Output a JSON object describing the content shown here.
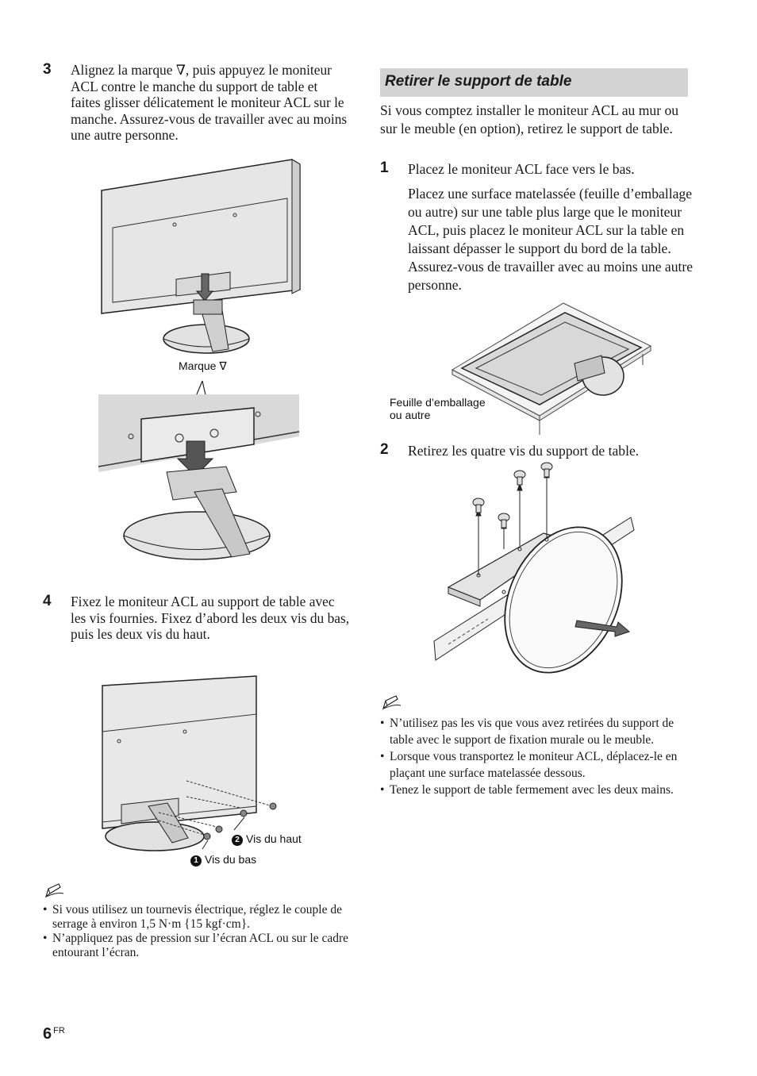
{
  "left_column": {
    "step3": {
      "number": "3",
      "text": "Alignez la marque ∇, puis appuyez le moniteur ACL contre le manche du support de table et faites glisser délicatement le moniteur ACL sur le manche. Assurez-vous de travailler avec au moins une autre personne."
    },
    "figure1": {
      "caption_mark": "Marque ∇"
    },
    "step4": {
      "number": "4",
      "text": "Fixez le moniteur ACL au support de table avec les vis fournies. Fixez d’abord les deux vis du bas, puis les deux vis du haut."
    },
    "figure3": {
      "marker_top": "2",
      "caption_top": "Vis du haut",
      "marker_bottom": "1",
      "caption_bottom": "Vis du bas"
    },
    "notes": [
      "Si vous utilisez un tournevis électrique, réglez le couple de serrage à environ 1,5 N·m {15 kgf·cm}.",
      "N’appliquez pas de pression sur l’écran ACL ou sur le cadre entourant l’écran."
    ]
  },
  "right_column": {
    "section_title": "Retirer le support de table",
    "intro": "Si vous comptez installer le moniteur ACL au mur ou sur le meuble (en option), retirez le support de table.",
    "step1": {
      "number": "1",
      "text": "Placez le moniteur ACL face vers le bas.",
      "detail": "Placez une surface matelassée (feuille d’emballage ou autre) sur une table plus large que le moniteur ACL, puis placez le moniteur ACL sur la table en laissant dépasser le support du bord de la table. Assurez-vous de travailler avec au moins une autre personne."
    },
    "figure4": {
      "caption_line1": "Feuille d’emballage",
      "caption_line2": "ou autre"
    },
    "step2": {
      "number": "2",
      "text": "Retirez les quatre vis du support de table."
    },
    "notes": [
      "N’utilisez pas les vis que vous avez retirées du support de table avec le support de fixation murale ou le meuble.",
      "Lorsque vous transportez le moniteur ACL, déplacez-le en plaçant une surface matelassée dessous.",
      "Tenez le support de table fermement avec les deux mains."
    ]
  },
  "footer": {
    "page_number": "6",
    "language": "FR"
  }
}
